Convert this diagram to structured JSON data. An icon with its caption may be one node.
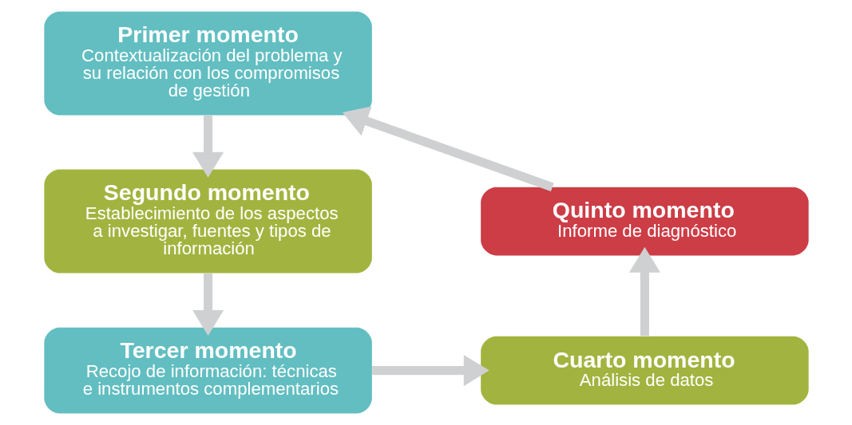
{
  "diagram": {
    "nodes": [
      {
        "text": [
          "Primer momento",
          "Contextualización del problema y su relación con los compromisos de gestión"
        ]
      },
      {
        "text": [
          "Segundo momento",
          "Establecimiento de los aspectos a investigar, fuentes y tipos de información"
        ]
      },
      {
        "text": [
          "Tercer momento",
          "Recojo de información: técnicas e instrumentos complementarios"
        ]
      },
      {
        "text": [
          "Cuarto momento",
          "Análisis de datos"
        ]
      },
      {
        "text": [
          "Quinto momento",
          "Informe de diagnóstico"
        ]
      }
    ],
    "edges": [
      {
        "from": 0,
        "to": 1,
        "arrow": "to"
      },
      {
        "from": 1,
        "to": 2,
        "arrow": "to"
      },
      {
        "from": 2,
        "to": 3,
        "arrow": "to"
      },
      {
        "from": 3,
        "to": 4,
        "arrow": "to"
      },
      {
        "from": 4,
        "to": 0,
        "arrow": "to"
      }
    ]
  }
}
